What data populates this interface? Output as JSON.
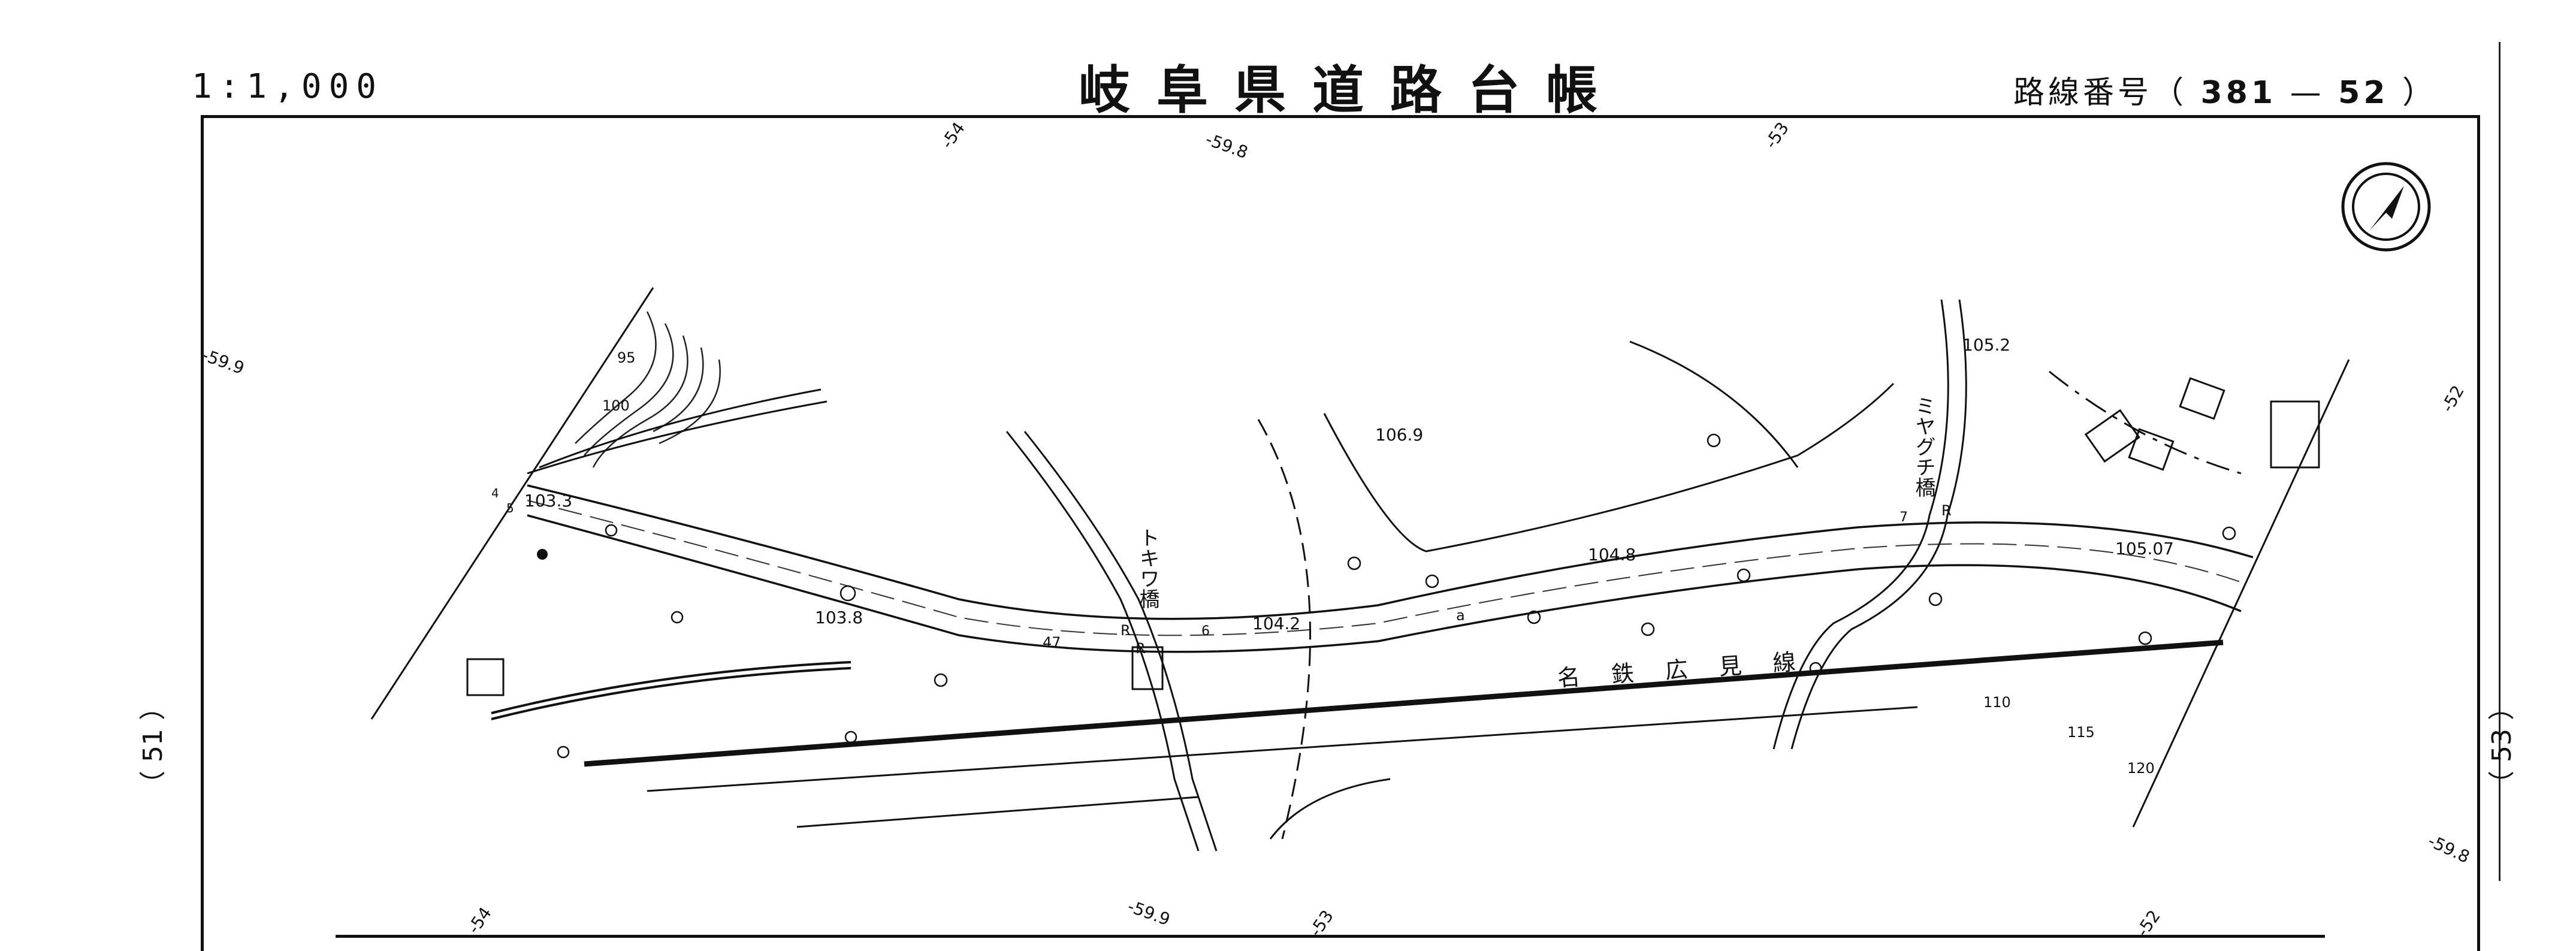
{
  "header": {
    "scale": "1:1,000",
    "title": "岐阜県道路台帳",
    "route_prefix": "路線番号（",
    "route_number": "381",
    "route_dash": "—",
    "route_sub": "52",
    "route_suffix": "）"
  },
  "sheet_refs": {
    "left": "（ 51 ）",
    "right": "（ 53 ）"
  },
  "grid_labels": {
    "top_1": "-54",
    "top_2": "-59.8",
    "top_3": "-53",
    "left": "-59.9",
    "right_top": "-52",
    "right_bottom": "-59.8",
    "bottom_1": "-54",
    "bottom_2": "-59.9",
    "bottom_3": "-53",
    "bottom_4": "-52"
  },
  "map": {
    "bridge_1": "トキワ橋",
    "bridge_2": "ミヤグチ橋",
    "railway": "名 鉄 広 見 線",
    "elevations": [
      "103.3",
      "103.8",
      "104.2",
      "106.9",
      "104.8",
      "105.2",
      "105.07"
    ],
    "contours": [
      "95",
      "100",
      "110",
      "115",
      "120"
    ],
    "markers": [
      "R",
      "R",
      "R",
      "a",
      "47",
      "6",
      "7",
      "4",
      "5"
    ]
  },
  "north_arrow": "north-arrow"
}
